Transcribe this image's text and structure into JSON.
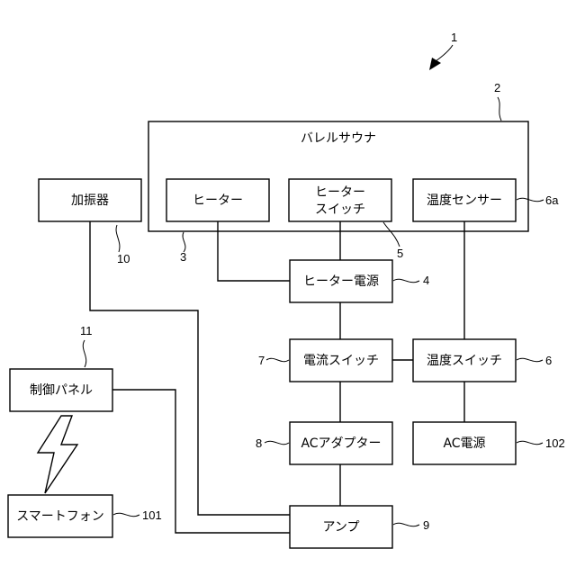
{
  "figure": {
    "ref_numeral": "1",
    "barrel_sauna": {
      "label": "バレルサウナ",
      "ref": "2"
    },
    "heater": {
      "label": "ヒーター",
      "ref": "3"
    },
    "heater_switch": {
      "label_line1": "ヒーター",
      "label_line2": "スイッチ",
      "ref": "5"
    },
    "temp_sensor": {
      "label": "温度センサー",
      "ref": "6a"
    },
    "vibrator": {
      "label": "加振器",
      "ref": "10"
    },
    "heater_power": {
      "label": "ヒーター電源",
      "ref": "4"
    },
    "current_switch": {
      "label": "電流スイッチ",
      "ref": "7"
    },
    "temp_switch": {
      "label": "温度スイッチ",
      "ref": "6"
    },
    "control_panel": {
      "label": "制御パネル",
      "ref": "11"
    },
    "ac_adapter": {
      "label": "ACアダプター",
      "ref": "8"
    },
    "ac_power": {
      "label": "AC電源",
      "ref": "102"
    },
    "smartphone": {
      "label": "スマートフォン",
      "ref": "101"
    },
    "amp": {
      "label": "アンプ",
      "ref": "9"
    }
  }
}
